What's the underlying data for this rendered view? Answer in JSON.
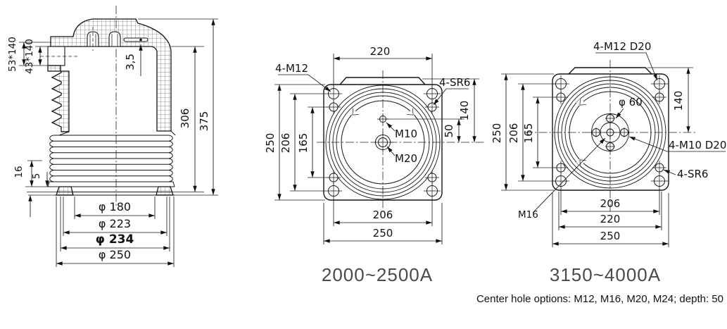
{
  "side_view": {
    "dim_53_140": "53*140",
    "dim_43_140": "43*140",
    "dim_3_5": "3,5",
    "dim_306": "306",
    "dim_375": "375",
    "dim_16": "16",
    "dim_5": "5",
    "dia_180": "φ 180",
    "dia_223": "φ 223",
    "dia_234": "φ 234",
    "dia_250": "φ 250"
  },
  "plate_small": {
    "title": "2000~2500A",
    "dim_top_220": "220",
    "label_corner": "4-M12",
    "label_support": "4-SR6",
    "dim_140": "140",
    "dim_50": "50",
    "label_m10": "M10",
    "label_m20": "M20",
    "dim_left_250": "250",
    "dim_left_206": "206",
    "dim_left_165": "165",
    "dim_bottom_206": "206",
    "dim_bottom_250": "250"
  },
  "plate_large": {
    "title": "3150~4000A",
    "label_corner": "4-M12 D20",
    "dia_60": "φ 60",
    "label_bolt": "4-M10 D20",
    "label_support": "4-SR6",
    "label_center": "M16",
    "dim_140": "140",
    "dim_left_250": "250",
    "dim_left_206": "206",
    "dim_left_165": "165",
    "dim_bottom_206": "206",
    "dim_bottom_220": "220",
    "dim_bottom_250": "250"
  },
  "footnote": "Center hole options: M12, M16, M20, M24; depth: 50"
}
